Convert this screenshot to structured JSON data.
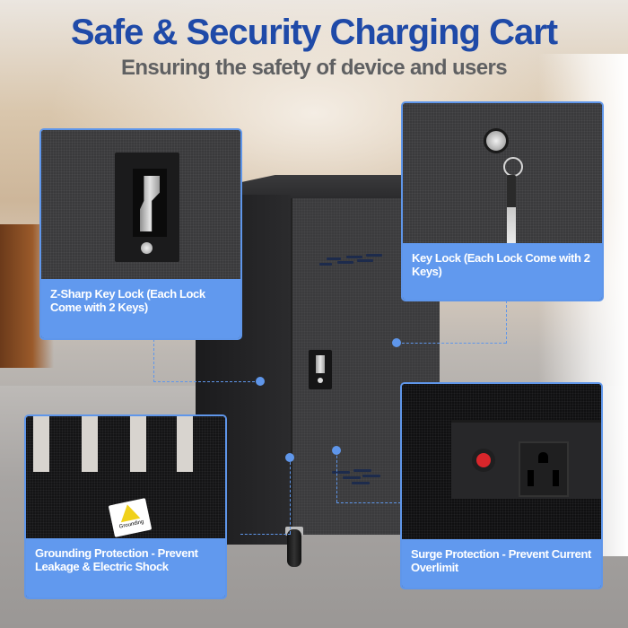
{
  "header": {
    "title": "Safe & Security Charging Cart",
    "subtitle": "Ensuring the safety of device and users"
  },
  "colors": {
    "title": "#1f4aa8",
    "subtitle": "#5f6062",
    "accent": "#6199ee",
    "card_border": "#5f96ea",
    "caption_text": "#ffffff"
  },
  "callouts": [
    {
      "id": "z-sharp-key-lock",
      "label": "Z-Sharp Key Lock (Each Lock Come with 2 Keys)",
      "position": "top-left"
    },
    {
      "id": "key-lock",
      "label": "Key Lock (Each Lock Come with 2 Keys)",
      "position": "top-right"
    },
    {
      "id": "grounding-protection",
      "label": "Grounding Protection - Prevent Leakage & Electric Shock",
      "position": "bottom-left",
      "sticker_text": "Grounding"
    },
    {
      "id": "surge-protection",
      "label": "Surge Protection - Prevent Current Overlimit",
      "position": "bottom-right"
    }
  ]
}
